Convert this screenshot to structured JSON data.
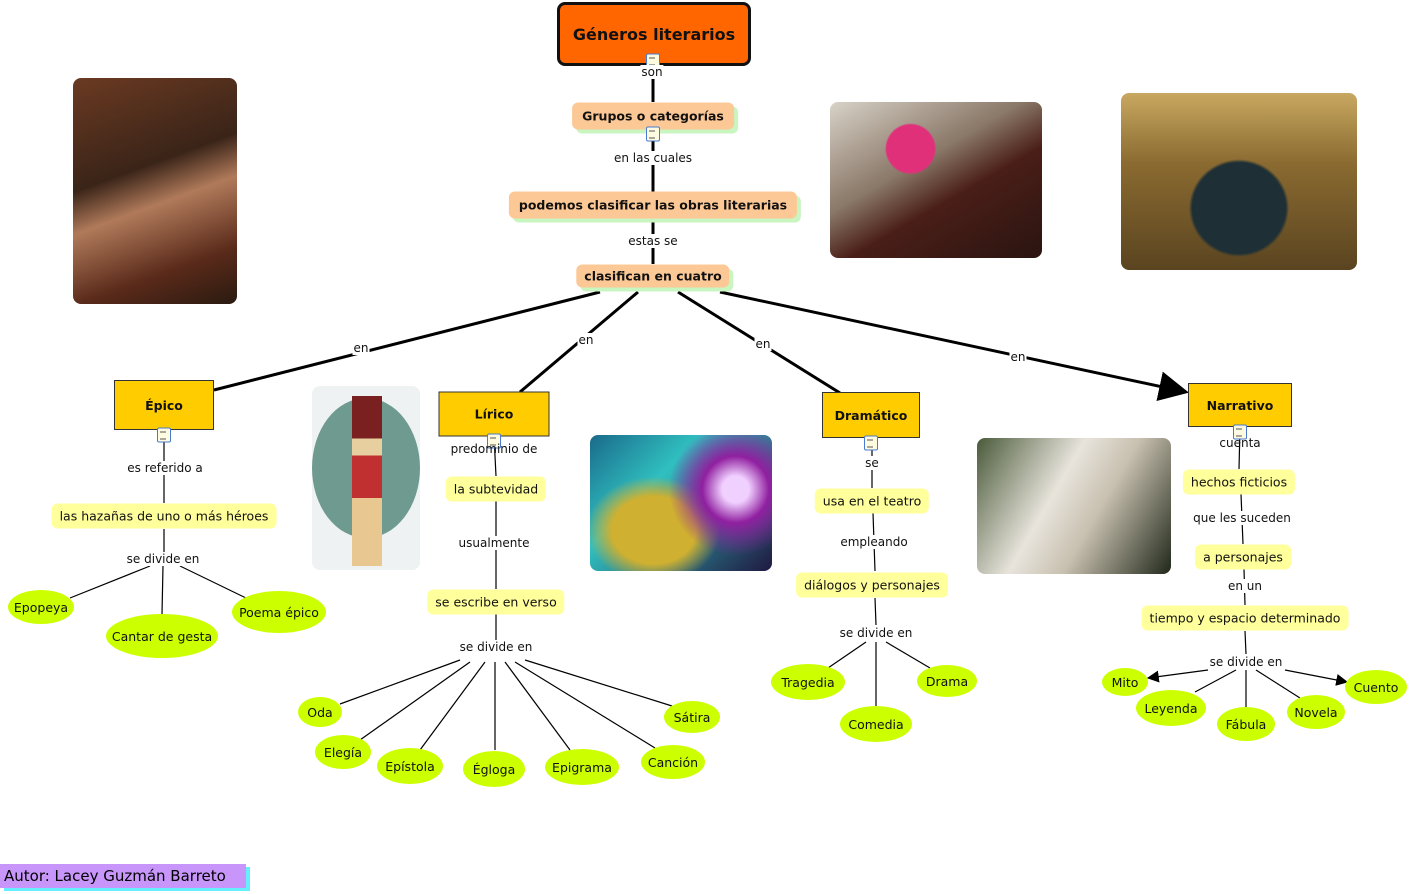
{
  "title": "Géneros literarios",
  "chain": {
    "l_son": "son",
    "grupos": "Grupos o categorías",
    "l_cuales": "en las cuales",
    "podemos": "podemos clasificar las obras literarias",
    "l_estas": "estas se",
    "clasifican": "clasifican en cuatro",
    "l_en": "en"
  },
  "epico": {
    "label": "Épico",
    "l1": "es referido a",
    "c1": "las hazañas de uno o más héroes",
    "l2": "se divide en",
    "items": [
      "Epopeya",
      "Cantar de gesta",
      "Poema épico"
    ]
  },
  "lirico": {
    "label": "Lírico",
    "l1": "predominio de",
    "c1": "la subtevidad",
    "l2": "usualmente",
    "c2": "se escribe en verso",
    "l3": "se divide en",
    "items": [
      "Oda",
      "Elegía",
      "Epístola",
      "Égloga",
      "Epigrama",
      "Canción",
      "Sátira"
    ]
  },
  "dramatico": {
    "label": "Dramático",
    "l1": "se",
    "c1": "usa en el teatro",
    "l2": "empleando",
    "c2": "diálogos y personajes",
    "l3": "se divide en",
    "items": [
      "Tragedia",
      "Comedia",
      "Drama"
    ]
  },
  "narrativo": {
    "label": "Narrativo",
    "l1": "cuenta",
    "c1": "hechos ficticios",
    "l2": "que les suceden",
    "c2": "a personajes",
    "l3": "en un",
    "c3": "tiempo y espacio determinado",
    "l4": "se divide en",
    "items": [
      "Mito",
      "Leyenda",
      "Fábula",
      "Novela",
      "Cuento"
    ]
  },
  "author": "Autor: Lacey Guzmán Barreto",
  "colors": {
    "title": "#ff6600",
    "category": "#ffcc00",
    "concept": "#fcc896",
    "leaf": "#ccff00",
    "note": "#ffff9c"
  }
}
